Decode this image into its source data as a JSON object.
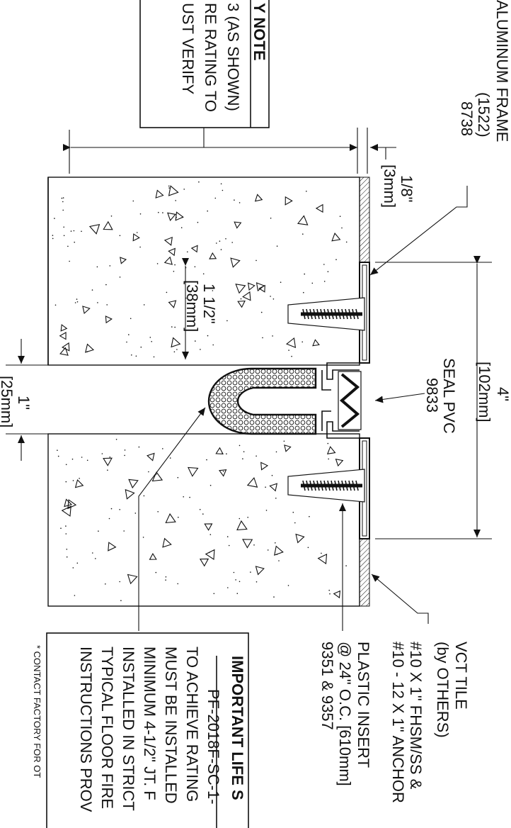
{
  "colors": {
    "ink": "#111111",
    "background": "#ffffff"
  },
  "note_box": {
    "heading": "Y NOTE",
    "lines": [
      "3 (AS SHOWN)",
      "RE RATING TO",
      "UST VERIFY"
    ]
  },
  "labels": {
    "frame": [
      "ALUMINUM FRAME",
      "(1522)",
      "8738"
    ],
    "seal": [
      "SEAL PVC",
      "9833"
    ],
    "vct": [
      "VCT TILE",
      "(by OTHERS)"
    ],
    "anchor": [
      "#10 X 1\" FHSM/SS &",
      "#10 - 12 X 1\" ANCHOR",
      "PLASTIC INSERT",
      "@ 24\" O.C. [610mm]",
      "9351 & 9357"
    ]
  },
  "dimensions": {
    "gap": [
      "1/8\"",
      "[3mm]"
    ],
    "width": [
      "4\"",
      "[102mm]"
    ],
    "depth": [
      "1 1/2\"",
      "[38mm]"
    ],
    "joint": [
      "1\"",
      "[25mm]"
    ]
  },
  "important_box": {
    "heading": "IMPORTANT LIFE S",
    "lines": [
      "PF-2018F-SC-1-",
      "TO ACHIEVE RATING",
      "MUST BE INSTALLED",
      "MINIMUM 4-1/2\" JT. F",
      "INSTALLED IN STRICT",
      "TYPICAL FLOOR FIRE",
      "INSTRUCTIONS PROV"
    ]
  },
  "footnote": "* CONTACT FACTORY FOR OT"
}
